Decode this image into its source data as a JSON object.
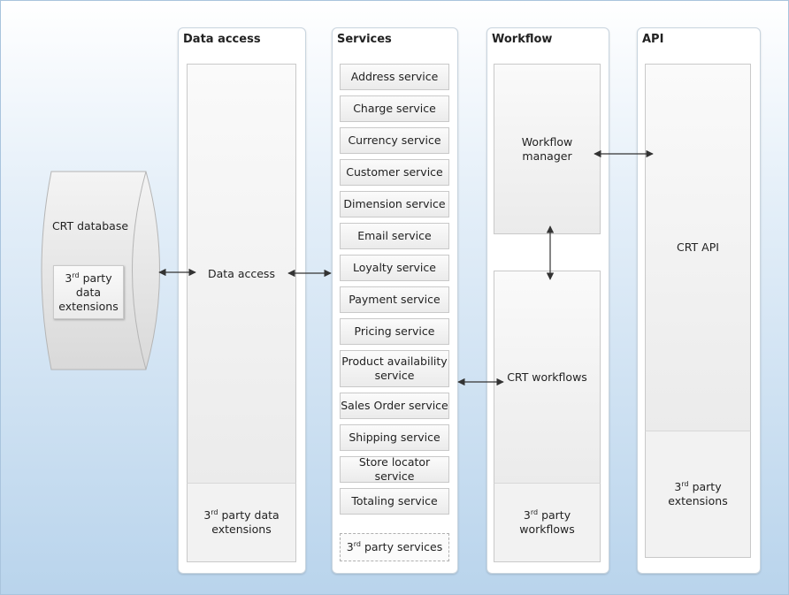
{
  "panels": {
    "data_access": "Data access",
    "services": "Services",
    "workflow": "Workflow",
    "api": "API"
  },
  "database": {
    "label": "CRT database",
    "ext_sup": "rd",
    "ext_num": "3",
    "ext_text": "party data extensions"
  },
  "data_access": {
    "center": "Data access",
    "ext_num": "3",
    "ext_sup": "rd",
    "ext_text": "party data extensions"
  },
  "services": {
    "items": [
      "Address service",
      "Charge service",
      "Currency service",
      "Customer service",
      "Dimension service",
      "Email service",
      "Loyalty service",
      "Payment service",
      "Pricing service",
      "Product availability service",
      "Sales Order service",
      "Shipping service",
      "Store locator service",
      "Totaling service"
    ],
    "third_num": "3",
    "third_sup": "rd",
    "third_text": "party services"
  },
  "workflow": {
    "manager": "Workflow manager",
    "workflows": "CRT workflows",
    "ext_num": "3",
    "ext_sup": "rd",
    "ext_text": "party workflows"
  },
  "api": {
    "center": "CRT API",
    "ext_num": "3",
    "ext_sup": "rd",
    "ext_text": "party extensions"
  }
}
